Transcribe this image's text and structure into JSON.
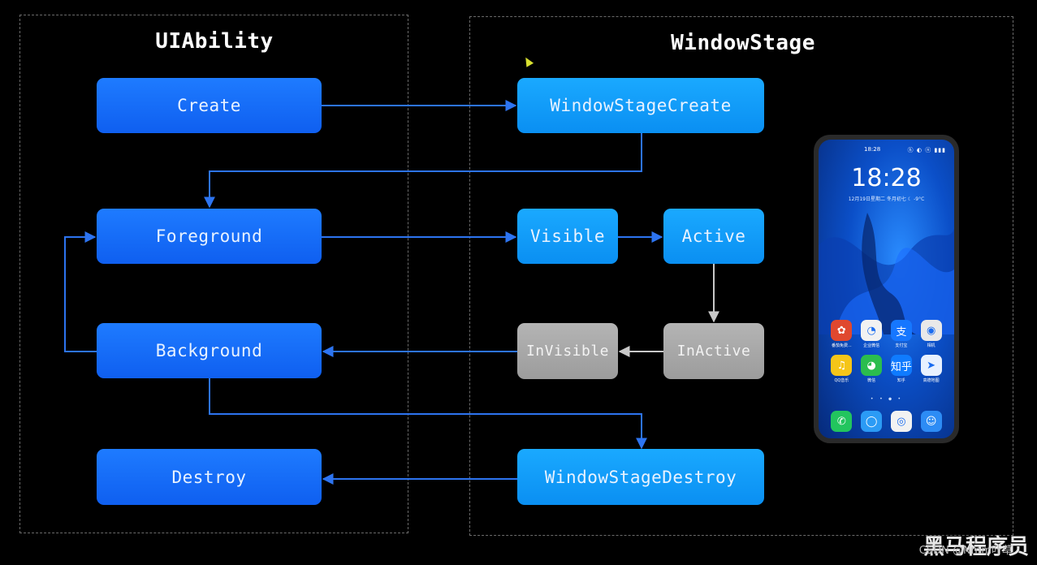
{
  "groups": {
    "left_title": "UIAbility",
    "right_title": "WindowStage"
  },
  "nodes": {
    "create": "Create",
    "foreground": "Foreground",
    "background": "Background",
    "destroy": "Destroy",
    "window_stage_create": "WindowStageCreate",
    "visible": "Visible",
    "active": "Active",
    "inactive": "InActive",
    "invisible": "InVisible",
    "window_stage_destroy": "WindowStageDestroy"
  },
  "colors": {
    "uiability_node": "#1366f5",
    "windowstage_node": "#129cf8",
    "inactive_node": "#a8a8a8",
    "arrow_blue": "#2d74f0",
    "arrow_gray": "#c8c8c8"
  },
  "phone": {
    "status_time": "18:28",
    "status_icons": "ⓗ ◐ ⓝ ▮▮▮",
    "clock": "18:28",
    "date": "12月19日星期二   冬月初七   ☾ -9°C",
    "apps": [
      {
        "icon": "calendar-app-icon",
        "glyph": "✿",
        "label": "番茄免费...",
        "color": "#e0482f"
      },
      {
        "icon": "enterprise-wechat-icon",
        "glyph": "◔",
        "label": "企业微信",
        "color": "#f2f2f2"
      },
      {
        "icon": "alipay-icon",
        "glyph": "支",
        "label": "支付宝",
        "color": "#1677ff"
      },
      {
        "icon": "camera-icon",
        "glyph": "◉",
        "label": "相机",
        "color": "#e9e9e9"
      },
      {
        "icon": "qq-music-icon",
        "glyph": "♫",
        "label": "QQ音乐",
        "color": "#f5c518"
      },
      {
        "icon": "wechat-icon",
        "glyph": "◕",
        "label": "微信",
        "color": "#2bbd4e"
      },
      {
        "icon": "zhihu-icon",
        "glyph": "知乎",
        "label": "知乎",
        "color": "#0f7bff"
      },
      {
        "icon": "amap-icon",
        "glyph": "➤",
        "label": "高德地图",
        "color": "#e8f1ff"
      }
    ],
    "dots": "• • ● •",
    "dock": [
      {
        "icon": "phone-icon",
        "glyph": "✆",
        "color": "#22c55e"
      },
      {
        "icon": "messages-icon",
        "glyph": "◯",
        "color": "#2b9bf5"
      },
      {
        "icon": "browser-icon",
        "glyph": "◎",
        "color": "#f2f2f2"
      },
      {
        "icon": "contacts-icon",
        "glyph": "☺",
        "color": "#2d8cf5"
      }
    ]
  },
  "watermark": {
    "brand": "黑马程序员",
    "csdn": "CSDN @Nmm叶草"
  }
}
